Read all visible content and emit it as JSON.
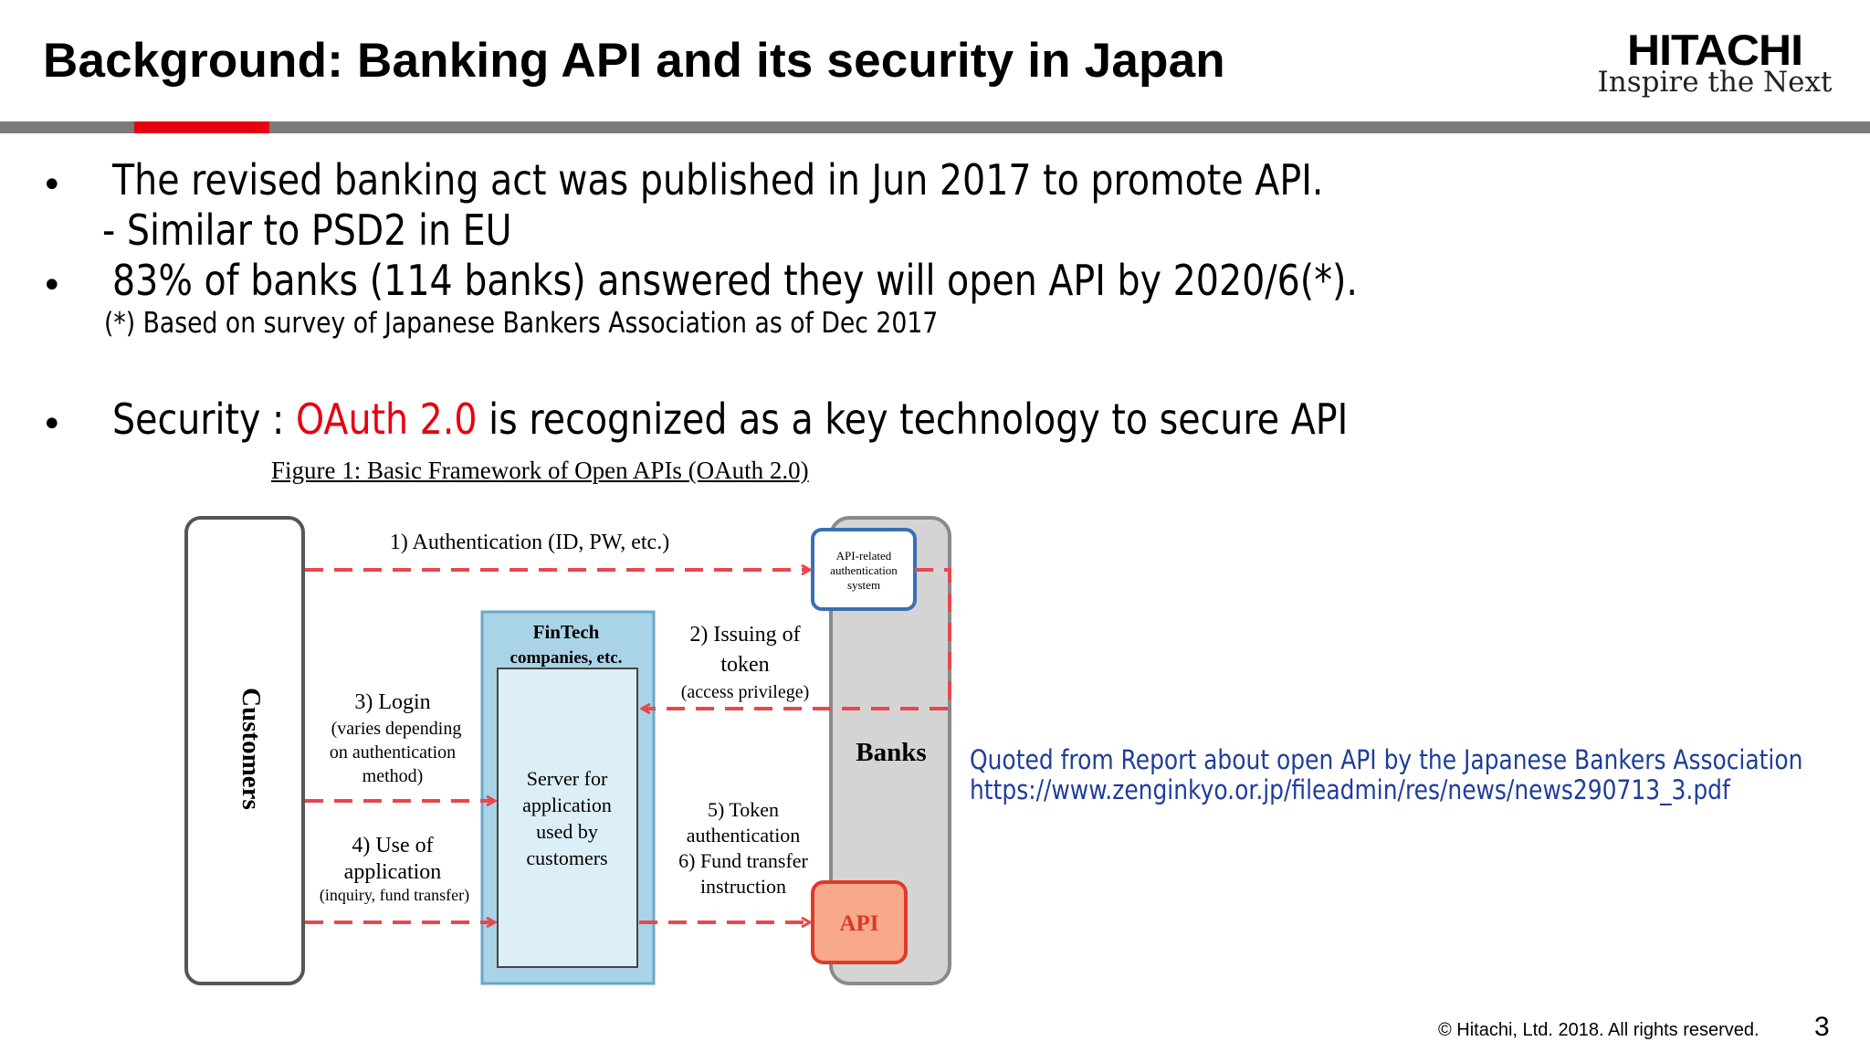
{
  "slide": {
    "title": "Background:  Banking API and its security in Japan",
    "page_number": "3",
    "footer": "© Hitachi, Ltd. 2018. All rights reserved."
  },
  "logo": {
    "name": "HITACHI",
    "tagline": "Inspire the Next"
  },
  "bullets": {
    "b1": "The revised banking act was published in Jun 2017 to promote API.",
    "b1_sub": "- Similar to PSD2 in EU",
    "b2": "83% of banks (114 banks) answered they will open API by 2020/6(*).",
    "b2_note": "(*) Based on survey of Japanese Bankers Association as of Dec 2017",
    "b3_prefix": "Security :",
    "b3_highlight": "OAuth 2.0",
    "b3_suffix": "is recognized as a key technology to secure API"
  },
  "figure": {
    "caption": "Figure 1: Basic Framework of Open APIs (OAuth 2.0)",
    "customers": "Customers",
    "banks": "Banks",
    "fintech_l1": "FinTech",
    "fintech_l2": "companies, etc.",
    "server_l1": "Server for",
    "server_l2": "application",
    "server_l3": "used by",
    "server_l4": "customers",
    "auth_sys_l1": "API-related",
    "auth_sys_l2": "authentication",
    "auth_sys_l3": "system",
    "api": "API",
    "step1": "1) Authentication (ID, PW, etc.)",
    "step2_l1": "2) Issuing of",
    "step2_l2": "token",
    "step2_l3": "(access privilege)",
    "step3_l1": "3) Login",
    "step3_l2": "(varies depending",
    "step3_l3": "on authentication",
    "step3_l4": "method)",
    "step4_l1": "4) Use of",
    "step4_l2": "application",
    "step4_l3": "(inquiry, fund transfer)",
    "step5_l1": "5) Token",
    "step5_l2": "authentication",
    "step6_l1": "6) Fund transfer",
    "step6_l2": "instruction"
  },
  "quote": {
    "line1": "Quoted from Report about open API by the Japanese Bankers Association",
    "line2": "https://www.zenginkyo.or.jp/fileadmin/res/news/news290713_3.pdf"
  },
  "colors": {
    "accent_red": "#e60012",
    "quote_blue": "#1f3d99",
    "arrow_red": "#e8474e",
    "fintech_fill": "#a9d3e6",
    "api_fill": "#f7a98a"
  }
}
